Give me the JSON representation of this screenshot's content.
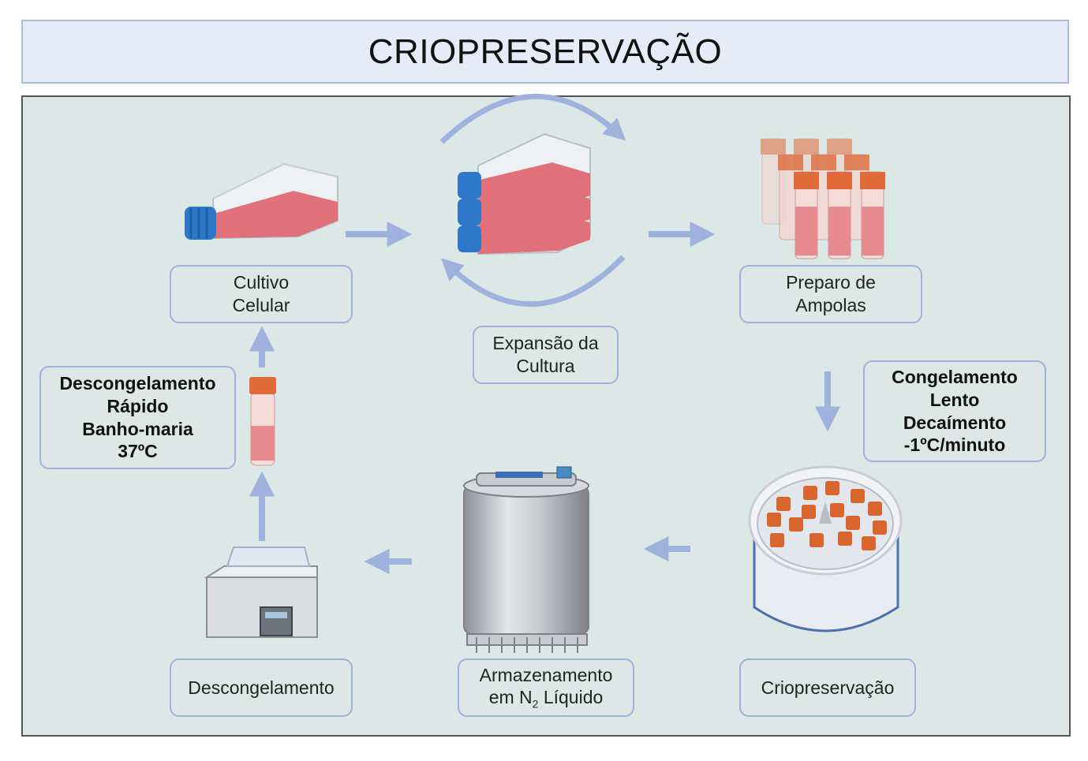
{
  "title": "CRIOPRESERVAÇÃO",
  "steps": {
    "cultivo": [
      "Cultivo",
      "Celular"
    ],
    "expansao": [
      "Expansão da",
      "Cultura"
    ],
    "preparo": [
      "Preparo de",
      "Ampolas"
    ],
    "congelamento": [
      "Congelamento",
      "Lento",
      "Decaímento",
      "-1ºC/minuto"
    ],
    "criopreservacao": "Criopreservação",
    "armazenamento": {
      "line1": "Armazenamento",
      "line2_prefix": "em N",
      "line2_sub": "2",
      "line2_suffix": " Líquido"
    },
    "descongelamento": "Descongelamento",
    "descongelamento_rapido": [
      "Descongelamento",
      "Rápido",
      "Banho-maria",
      "37ºC"
    ]
  },
  "colors": {
    "panel_bg": "#dbe8e5",
    "arrow": "#9fb2dd",
    "box_border": "#9fb2dd",
    "title_bg": "#e6ecf7",
    "cap_blue": "#2f78c8",
    "cap_orange": "#e06a3a",
    "medium_red": "#e0707a"
  },
  "icons": [
    "culture-flask-icon",
    "flask-stack-icon",
    "cryovial-rack-icon",
    "cooling-container-icon",
    "liquid-nitrogen-tank-icon",
    "water-bath-icon",
    "cryovial-icon"
  ]
}
